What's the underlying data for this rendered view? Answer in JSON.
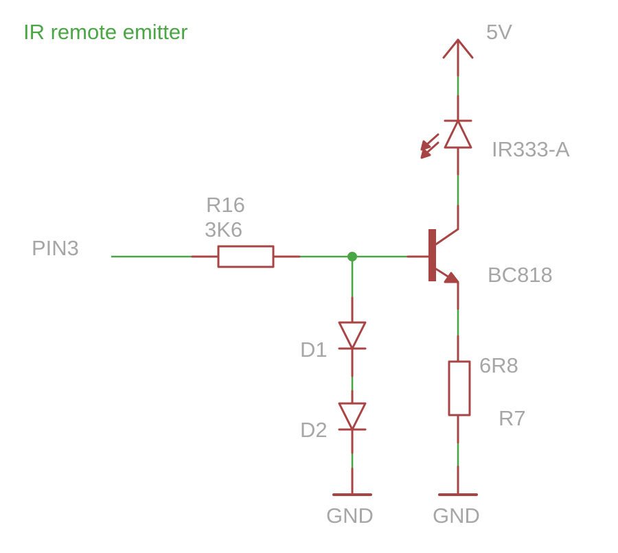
{
  "title": "IR remote emitter",
  "colors": {
    "net": "#4aa645",
    "component": "#a84444",
    "label": "#a6a6a6",
    "title": "#4aa645",
    "background": "#ffffff"
  },
  "components": {
    "input": {
      "label": "PIN3"
    },
    "r16": {
      "name": "R16",
      "value": "3K6"
    },
    "d1": {
      "name": "D1"
    },
    "d2": {
      "name": "D2"
    },
    "transistor": {
      "name": "BC818"
    },
    "ir_led": {
      "name": "IR333-A"
    },
    "r7": {
      "name": "R7",
      "value": "6R8"
    },
    "supply": {
      "label": "5V"
    },
    "gnd_left": {
      "label": "GND"
    },
    "gnd_right": {
      "label": "GND"
    }
  }
}
